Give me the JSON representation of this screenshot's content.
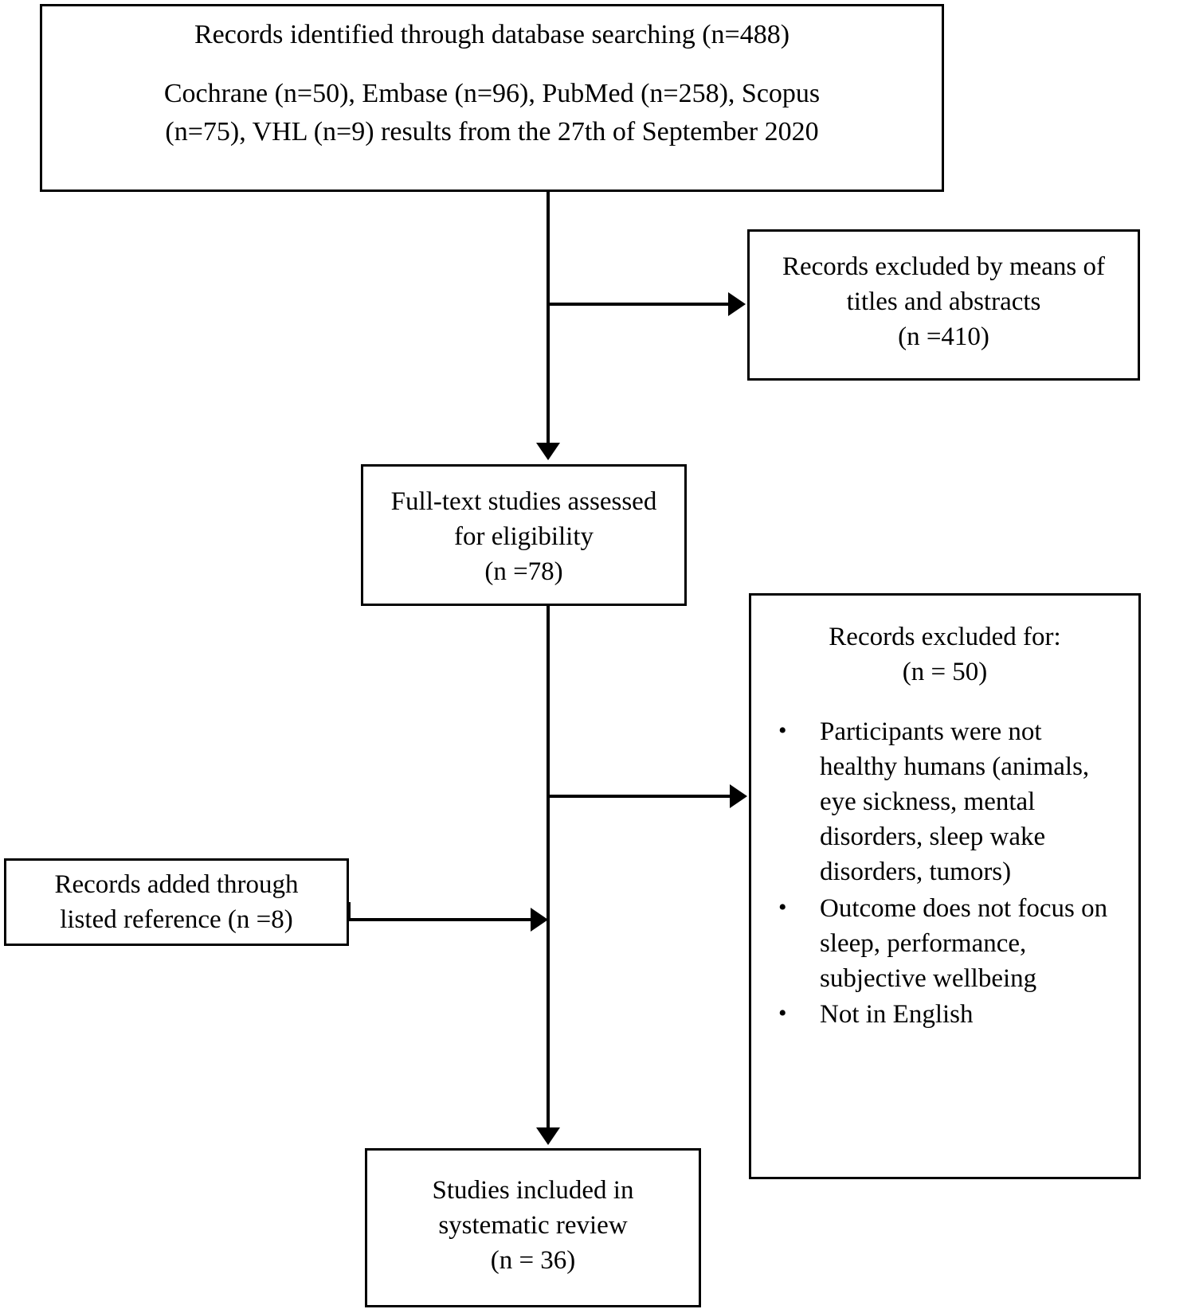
{
  "diagram": {
    "title": "PRISMA flow diagram",
    "type": "prisma-flowchart",
    "stroke_color": "#000000",
    "background_color": "#ffffff"
  },
  "boxes": {
    "identified": {
      "line1": "Records identified through database searching (n=488)",
      "line2": "Cochrane (n=50), Embase (n=96), PubMed (n=258), Scopus (n=75), VHL (n=9) results from the 27th of September 2020"
    },
    "excluded_titles": {
      "line1": "Records excluded by means of",
      "line2": "titles and abstracts",
      "line3": "(n =410)"
    },
    "fulltext": {
      "line1": "Full-text studies assessed",
      "line2": "for eligibility",
      "line3": "(n =78)"
    },
    "excluded_for": {
      "heading1": "Records excluded for:",
      "heading2": "(n = 50)",
      "bullet_glyph": "•",
      "items": [
        "Participants were not healthy humans (animals, eye sickness, mental disorders, sleep wake disorders, tumors)",
        "Outcome does not focus on sleep, performance, subjective wellbeing",
        "Not in English"
      ]
    },
    "added_reference": {
      "line1": "Records added through",
      "line2": "listed reference (n =8)"
    },
    "included": {
      "line1": "Studies included in",
      "line2": "systematic review",
      "line3": "(n = 36)"
    }
  },
  "chart_data": {
    "type": "flowchart",
    "title": "PRISMA flow diagram",
    "nodes": [
      {
        "id": "identified",
        "label": "Records identified through database searching",
        "n": 488
      },
      {
        "id": "cochrane",
        "label": "Cochrane",
        "n": 50
      },
      {
        "id": "embase",
        "label": "Embase",
        "n": 96
      },
      {
        "id": "pubmed",
        "label": "PubMed",
        "n": 258
      },
      {
        "id": "scopus",
        "label": "Scopus",
        "n": 75
      },
      {
        "id": "vhl",
        "label": "VHL",
        "n": 9
      },
      {
        "id": "excluded_titles",
        "label": "Records excluded by means of titles and abstracts",
        "n": 410
      },
      {
        "id": "fulltext",
        "label": "Full-text studies assessed for eligibility",
        "n": 78
      },
      {
        "id": "excluded_for",
        "label": "Records excluded for",
        "n": 50
      },
      {
        "id": "added_reference",
        "label": "Records added through listed reference",
        "n": 8
      },
      {
        "id": "included",
        "label": "Studies included in systematic review",
        "n": 36
      }
    ],
    "edges": [
      {
        "from": "identified",
        "to": "excluded_titles"
      },
      {
        "from": "identified",
        "to": "fulltext"
      },
      {
        "from": "fulltext",
        "to": "excluded_for"
      },
      {
        "from": "added_reference",
        "to": "included"
      },
      {
        "from": "fulltext",
        "to": "included"
      }
    ],
    "search_date": "27th of September 2020"
  }
}
